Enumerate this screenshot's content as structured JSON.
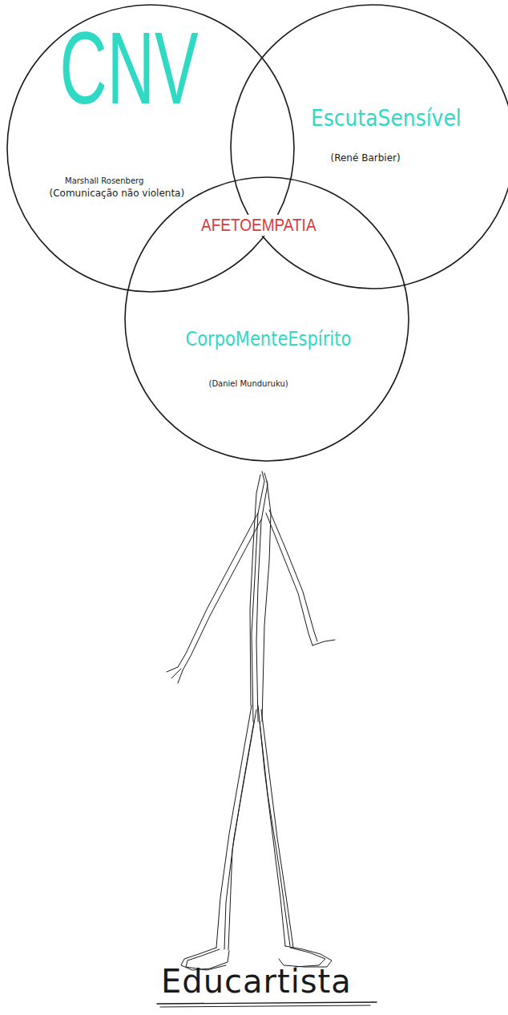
{
  "diagram": {
    "caption": "Educartista",
    "nodes": [
      {
        "text": [
          "CNV",
          "Marshall Rosenberg",
          "(Comunicação não violenta)"
        ]
      },
      {
        "text": [
          "EscutaSensível",
          "(René Barbier)"
        ]
      },
      {
        "text": [
          "CorpoMenteEspírito",
          "(Daniel Munduruku)"
        ]
      }
    ],
    "labels": [
      "AFETOEMPATIA"
    ]
  }
}
